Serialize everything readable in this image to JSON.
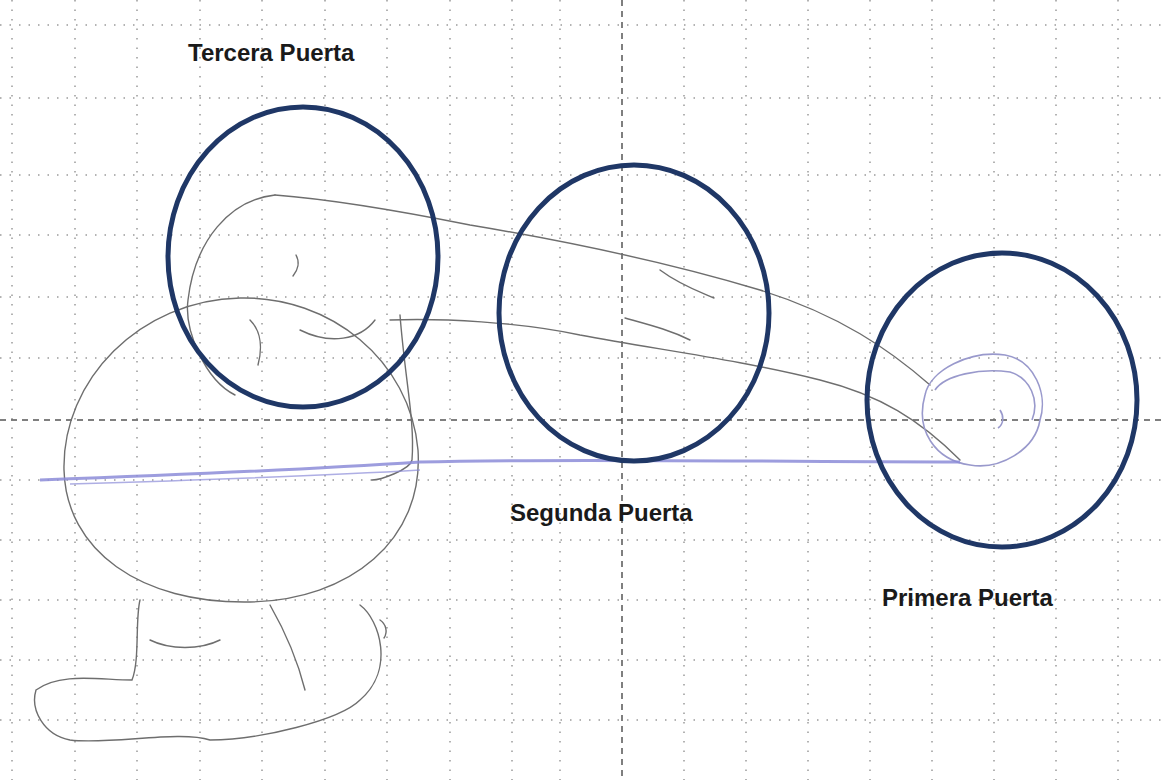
{
  "diagram": {
    "nodes": [
      {
        "text": [
          "Tercera Puerta"
        ]
      },
      {
        "text": [
          "Segunda Puerta"
        ]
      },
      {
        "text": [
          "Primera Puerta"
        ]
      }
    ]
  }
}
